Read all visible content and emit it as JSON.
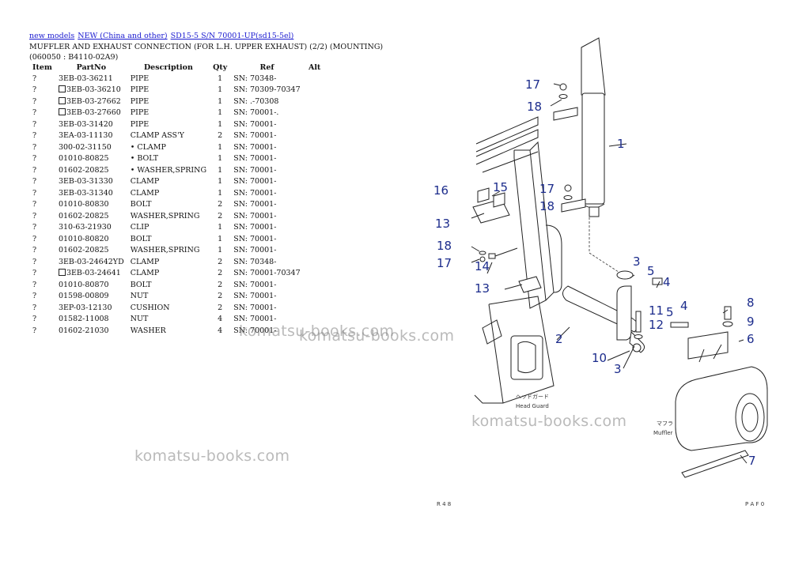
{
  "breadcrumb": {
    "link1": "new models",
    "link2": "NEW (China and other)",
    "link3": "SD15-5 S/N 70001-UP(sd15-5el)"
  },
  "title": "MUFFLER AND EXHAUST CONNECTION (FOR L.H. UPPER EXHAUST) (2/2) (MOUNTING)(060050 : B4110-02A9)",
  "table": {
    "headers": [
      "Item",
      "PartNo",
      "Description",
      "Qty",
      "Ref",
      "Alt"
    ],
    "rows": [
      {
        "item": "?",
        "box": false,
        "partno": "3EB-03-36211",
        "desc": "PIPE",
        "qty": "1",
        "ref": "SN: 70348-"
      },
      {
        "item": "?",
        "box": true,
        "partno": "3EB-03-36210",
        "desc": "PIPE",
        "qty": "1",
        "ref": "SN: 70309-70347"
      },
      {
        "item": "?",
        "box": true,
        "partno": "3EB-03-27662",
        "desc": "PIPE",
        "qty": "1",
        "ref": "SN: .-70308"
      },
      {
        "item": "?",
        "box": true,
        "partno": "3EB-03-27660",
        "desc": "PIPE",
        "qty": "1",
        "ref": "SN: 70001-."
      },
      {
        "item": "?",
        "box": false,
        "partno": "3EB-03-31420",
        "desc": "PIPE",
        "qty": "1",
        "ref": "SN: 70001-"
      },
      {
        "item": "?",
        "box": false,
        "partno": "3EA-03-11130",
        "desc": "CLAMP ASS'Y",
        "qty": "2",
        "ref": "SN: 70001-"
      },
      {
        "item": "?",
        "box": false,
        "partno": "300-02-31150",
        "desc": "• CLAMP",
        "qty": "1",
        "ref": "SN: 70001-"
      },
      {
        "item": "?",
        "box": false,
        "partno": "01010-80825",
        "desc": "• BOLT",
        "qty": "1",
        "ref": "SN: 70001-"
      },
      {
        "item": "?",
        "box": false,
        "partno": "01602-20825",
        "desc": "• WASHER,SPRING",
        "qty": "1",
        "ref": "SN: 70001-"
      },
      {
        "item": "?",
        "box": false,
        "partno": "3EB-03-31330",
        "desc": "CLAMP",
        "qty": "1",
        "ref": "SN: 70001-"
      },
      {
        "item": "?",
        "box": false,
        "partno": "3EB-03-31340",
        "desc": "CLAMP",
        "qty": "1",
        "ref": "SN: 70001-"
      },
      {
        "item": "?",
        "box": false,
        "partno": "01010-80830",
        "desc": "BOLT",
        "qty": "2",
        "ref": "SN: 70001-"
      },
      {
        "item": "?",
        "box": false,
        "partno": "01602-20825",
        "desc": "WASHER,SPRING",
        "qty": "2",
        "ref": "SN: 70001-"
      },
      {
        "item": "?",
        "box": false,
        "partno": "310-63-21930",
        "desc": "CLIP",
        "qty": "1",
        "ref": "SN: 70001-"
      },
      {
        "item": "?",
        "box": false,
        "partno": "01010-80820",
        "desc": "BOLT",
        "qty": "1",
        "ref": "SN: 70001-"
      },
      {
        "item": "?",
        "box": false,
        "partno": "01602-20825",
        "desc": "WASHER,SPRING",
        "qty": "1",
        "ref": "SN: 70001-"
      },
      {
        "item": "?",
        "box": false,
        "partno": "3EB-03-24642YD",
        "desc": "CLAMP",
        "qty": "2",
        "ref": "SN: 70348-"
      },
      {
        "item": "?",
        "box": true,
        "partno": "3EB-03-24641",
        "desc": "CLAMP",
        "qty": "2",
        "ref": "SN: 70001-70347"
      },
      {
        "item": "?",
        "box": false,
        "partno": "01010-80870",
        "desc": "BOLT",
        "qty": "2",
        "ref": "SN: 70001-"
      },
      {
        "item": "?",
        "box": false,
        "partno": "01598-00809",
        "desc": "NUT",
        "qty": "2",
        "ref": "SN: 70001-"
      },
      {
        "item": "?",
        "box": false,
        "partno": "3EP-03-12130",
        "desc": "CUSHION",
        "qty": "2",
        "ref": "SN: 70001-"
      },
      {
        "item": "?",
        "box": false,
        "partno": "01582-11008",
        "desc": "NUT",
        "qty": "4",
        "ref": "SN: 70001-"
      },
      {
        "item": "?",
        "box": false,
        "partno": "01602-21030",
        "desc": "WASHER",
        "qty": "4",
        "ref": "SN: 70001-"
      }
    ]
  },
  "watermark": "komatsu-books.com",
  "diagram": {
    "labels": {
      "head_guard_jp": "ヘッドガード",
      "head_guard_en": "Head Guard",
      "muffler_jp": "マフラ",
      "muffler_en": "Muffler"
    },
    "page_footer_left": "R 4 8",
    "page_footer_right": "P A F 0",
    "callouts": [
      "1",
      "2",
      "3",
      "3",
      "4",
      "4",
      "5",
      "5",
      "6",
      "7",
      "8",
      "9",
      "10",
      "11",
      "12",
      "13",
      "13",
      "14",
      "15",
      "16",
      "17",
      "17",
      "17",
      "18",
      "18",
      "18"
    ]
  },
  "colors": {
    "link": "#1a1ad0",
    "callout": "#1c2c8c",
    "watermark": "#a0a0a0"
  }
}
